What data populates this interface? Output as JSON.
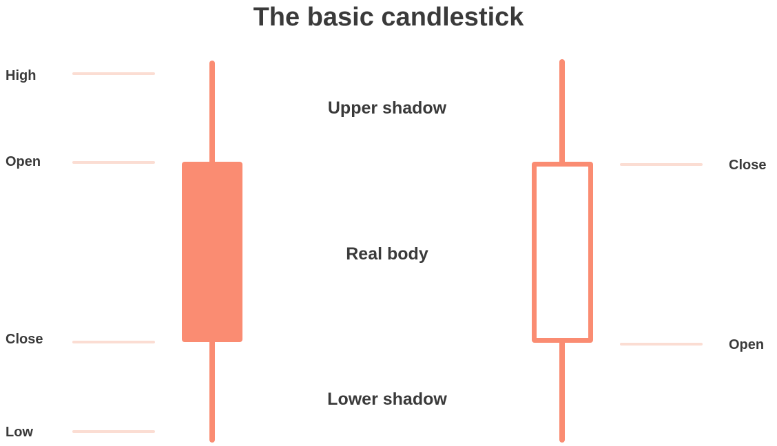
{
  "title": "The basic candlestick",
  "left_axis": {
    "labels": [
      {
        "name": "high",
        "text": "High"
      },
      {
        "name": "open",
        "text": "Open"
      },
      {
        "name": "close",
        "text": "Close"
      },
      {
        "name": "low",
        "text": "Low"
      }
    ]
  },
  "right_axis": {
    "labels": [
      {
        "name": "close",
        "text": "Close"
      },
      {
        "name": "open",
        "text": "Open"
      }
    ]
  },
  "annotations": {
    "upper_shadow": "Upper shadow",
    "real_body": "Real body",
    "lower_shadow": "Lower shadow"
  },
  "candles": [
    {
      "side": "left",
      "style": "filled",
      "meaning": "close below open"
    },
    {
      "side": "right",
      "style": "hollow",
      "meaning": "close above open"
    }
  ],
  "colors": {
    "candle": "#fa8c72",
    "tick_line": "#fbddd3",
    "text": "#3a3a3a",
    "background": "#ffffff"
  }
}
